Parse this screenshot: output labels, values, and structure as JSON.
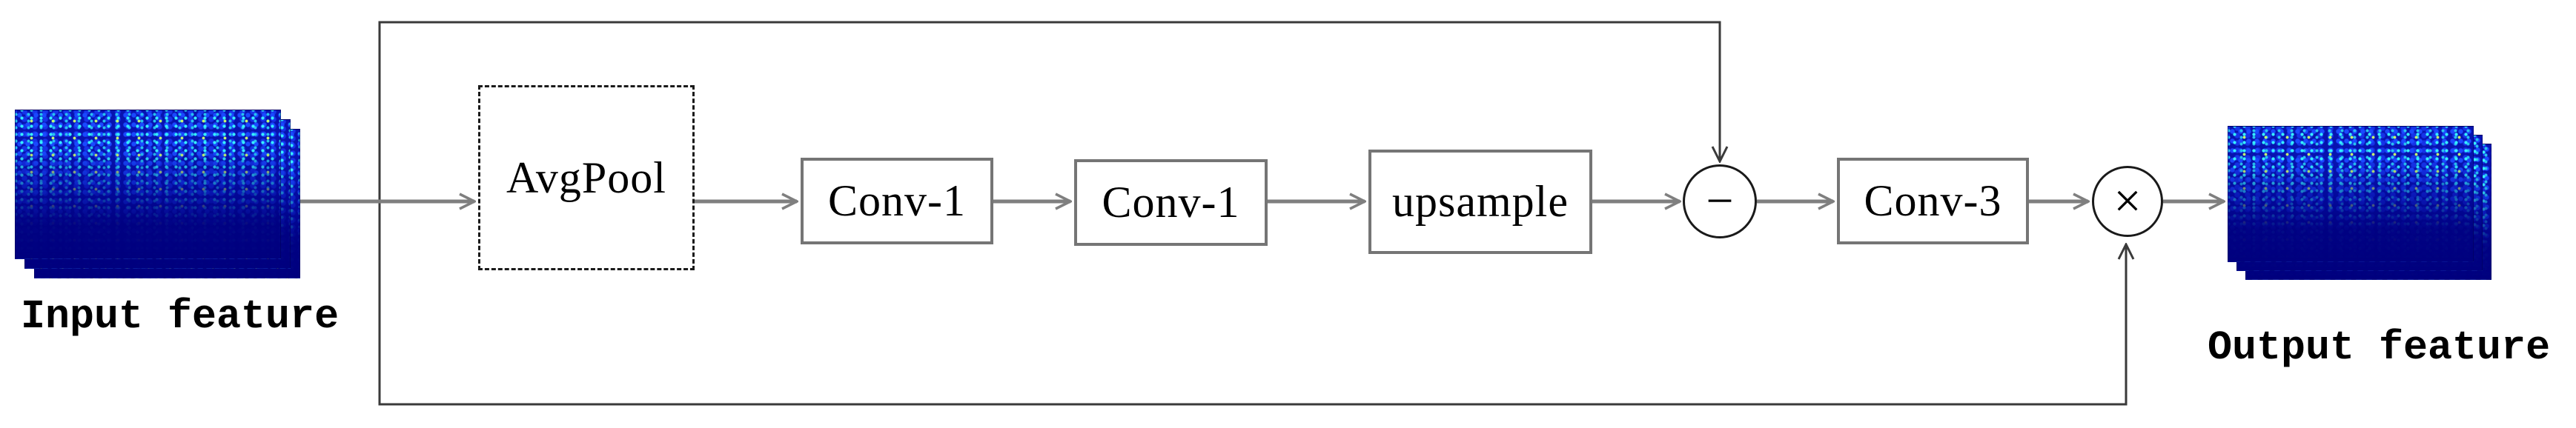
{
  "diagram": {
    "input_label": "Input feature",
    "output_label": "Output feature",
    "nodes": {
      "avgpool": {
        "label": "AvgPool",
        "border": "dashed"
      },
      "conv1a": {
        "label": "Conv-1"
      },
      "conv1b": {
        "label": "Conv-1"
      },
      "upsample": {
        "label": "upsample"
      },
      "subtract": {
        "symbol": "−"
      },
      "conv3": {
        "label": "Conv-3"
      },
      "multiply": {
        "symbol": "×"
      }
    },
    "colors": {
      "flow_arrow": "#7f7f7f",
      "skip_line": "#3a3a3a",
      "box_border": "#757575",
      "feature_map_dark": "#00007e",
      "feature_map_bright": "#0713b0"
    }
  }
}
